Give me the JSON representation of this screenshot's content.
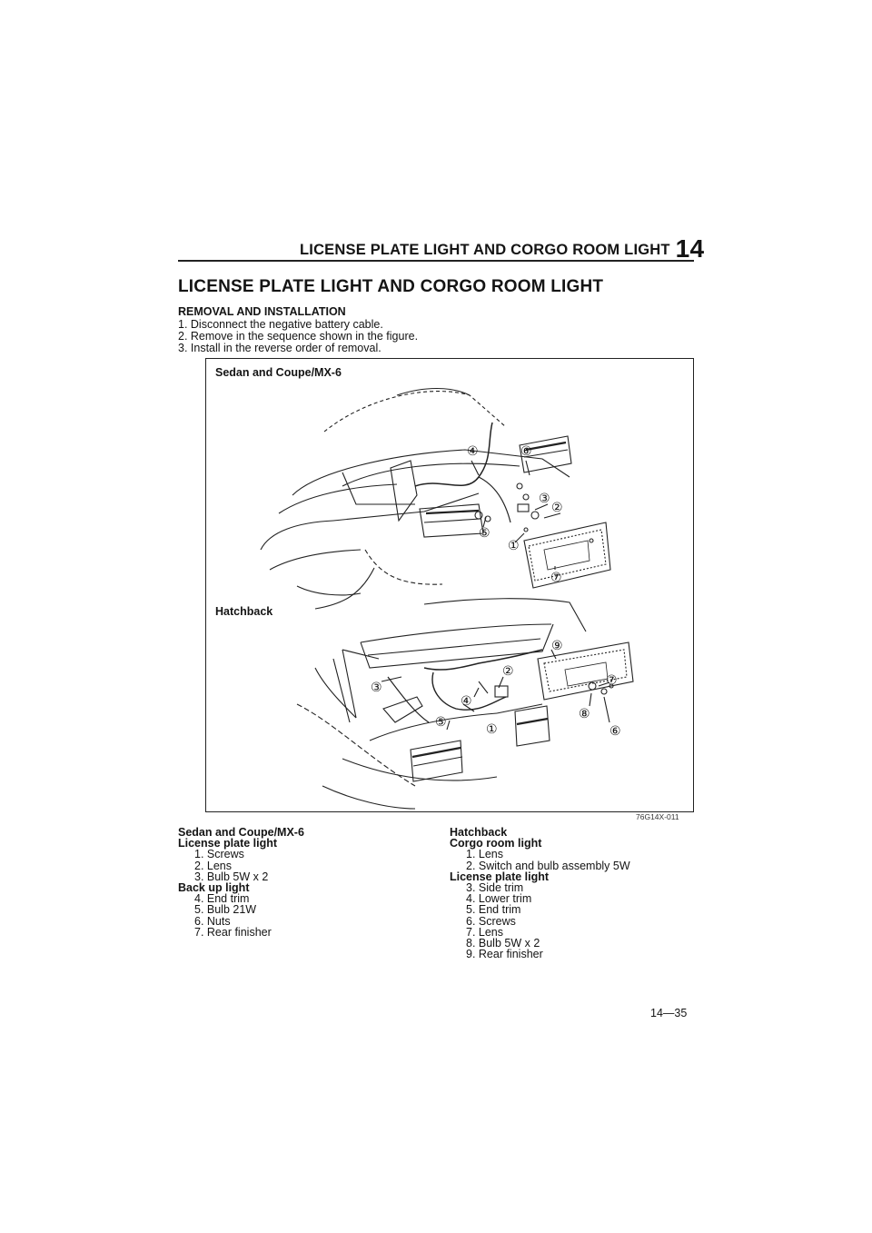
{
  "header": {
    "title": "LICENSE PLATE LIGHT AND CORGO ROOM LIGHT",
    "section_number": "14"
  },
  "title": "LICENSE PLATE LIGHT AND CORGO ROOM LIGHT",
  "subtitle": "REMOVAL AND INSTALLATION",
  "steps": [
    "1. Disconnect the negative battery cable.",
    "2. Remove in the sequence shown in the figure.",
    "3. Install in the reverse order of removal."
  ],
  "figure": {
    "label_top": "Sedan and Coupe/MX-6",
    "label_bottom": "Hatchback",
    "code": "76G14X-011",
    "callouts_top": [
      "①",
      "②",
      "③",
      "④",
      "⑤",
      "⑥",
      "⑦"
    ],
    "callouts_bottom": [
      "①",
      "②",
      "③",
      "④",
      "⑤",
      "⑥",
      "⑦",
      "⑧",
      "⑨"
    ]
  },
  "legend_left": {
    "heading": "Sedan and Coupe/MX-6",
    "groups": [
      {
        "title": "License plate light",
        "items": [
          "1. Screws",
          "2. Lens",
          "3. Bulb 5W x 2"
        ]
      },
      {
        "title": "Back up light",
        "items": [
          "4. End trim",
          "5. Bulb 21W",
          "6. Nuts",
          "7. Rear finisher"
        ]
      }
    ]
  },
  "legend_right": {
    "heading": "Hatchback",
    "groups": [
      {
        "title": "Corgo room light",
        "items": [
          "1. Lens",
          "2. Switch and bulb assembly 5W"
        ]
      },
      {
        "title": "License plate light",
        "items": [
          "3. Side trim",
          "4. Lower trim",
          "5. End trim",
          "6. Screws",
          "7. Lens",
          "8. Bulb 5W x 2",
          "9. Rear finisher"
        ]
      }
    ]
  },
  "page_number": "14—35"
}
